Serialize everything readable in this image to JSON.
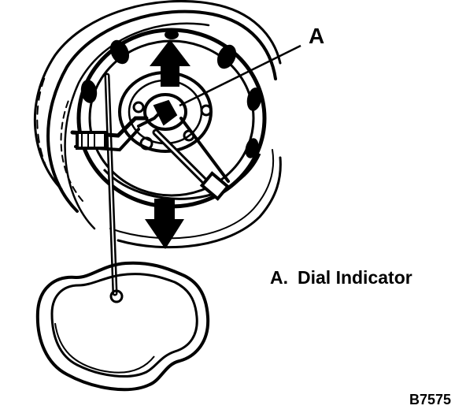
{
  "diagram": {
    "callout_letter": "A",
    "legend": {
      "key": "A.",
      "text": "Dial Indicator"
    },
    "figure_code": "B7575"
  },
  "colors": {
    "ink": "#000000",
    "paper": "#ffffff"
  },
  "icons": {
    "up_arrow": "arrow-up-icon",
    "down_arrow": "arrow-down-icon"
  }
}
